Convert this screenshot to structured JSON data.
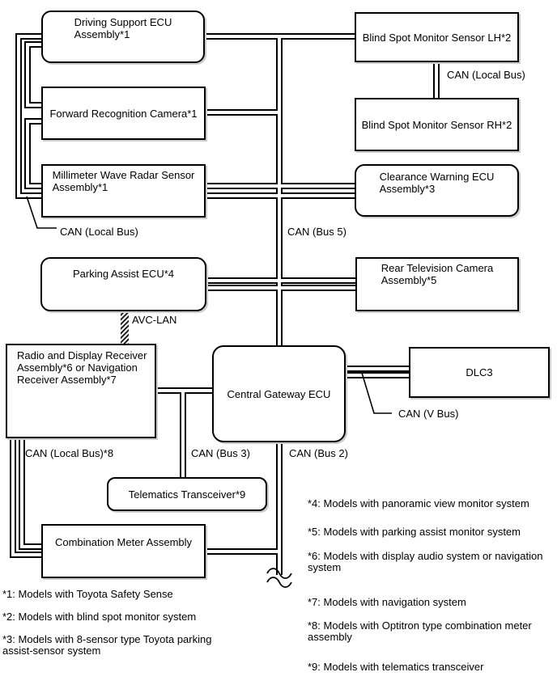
{
  "nodes": {
    "driving_support": {
      "lines": [
        "Driving Support ECU",
        "Assembly*1"
      ]
    },
    "blind_spot_lh": {
      "lines": [
        "Blind Spot Monitor Sensor LH*2"
      ]
    },
    "forward_camera": {
      "lines": [
        "Forward Recognition Camera*1"
      ]
    },
    "blind_spot_rh": {
      "lines": [
        "Blind Spot Monitor Sensor RH*2"
      ]
    },
    "millimeter_radar": {
      "lines": [
        "Millimeter Wave Radar Sensor",
        "Assembly*1"
      ]
    },
    "clearance_warning": {
      "lines": [
        "Clearance Warning ECU",
        "Assembly*3"
      ]
    },
    "parking_assist": {
      "lines": [
        "Parking Assist ECU*4"
      ]
    },
    "rear_tv_camera": {
      "lines": [
        "Rear Television Camera",
        "Assembly*5"
      ]
    },
    "radio_nav": {
      "lines": [
        "Radio and Display Receiver",
        "Assembly*6 or Navigation",
        "Receiver Assembly*7"
      ]
    },
    "central_gateway": {
      "lines": [
        "Central Gateway ECU"
      ]
    },
    "dlc3": {
      "lines": [
        "DLC3"
      ]
    },
    "telematics": {
      "lines": [
        "Telematics Transceiver*9"
      ]
    },
    "comb_meter": {
      "lines": [
        "Combination Meter Assembly"
      ]
    }
  },
  "labels": {
    "can_local_left": "CAN (Local Bus)",
    "can_local_right": "CAN (Local Bus)",
    "can_bus5": "CAN (Bus 5)",
    "avc_lan": "AVC-LAN",
    "can_vbus": "CAN (V Bus)",
    "can_local8": "CAN (Local Bus)*8",
    "can_bus3": "CAN (Bus 3)",
    "can_bus2": "CAN (Bus 2)"
  },
  "footnotes": {
    "left": [
      {
        "lines": [
          "*1: Models with Toyota Safety Sense"
        ]
      },
      {
        "lines": [
          "*2: Models with blind spot monitor system"
        ]
      },
      {
        "lines": [
          "*3: Models with 8-sensor type Toyota parking",
          "assist-sensor system"
        ]
      }
    ],
    "right": [
      {
        "lines": [
          "*4: Models with panoramic view monitor system"
        ]
      },
      {
        "lines": [
          "*5: Models with parking assist monitor system"
        ]
      },
      {
        "lines": [
          "*6: Models with display audio system or navigation",
          "system"
        ]
      },
      {
        "lines": [
          "*7: Models with navigation system"
        ]
      },
      {
        "lines": [
          "*8: Models with Optitron type combination meter",
          "assembly"
        ]
      },
      {
        "lines": [
          "*9: Models with telematics transceiver"
        ]
      }
    ]
  },
  "colors": {
    "line": "#000000",
    "background": "#ffffff",
    "box_shadow": "#cccccc"
  }
}
